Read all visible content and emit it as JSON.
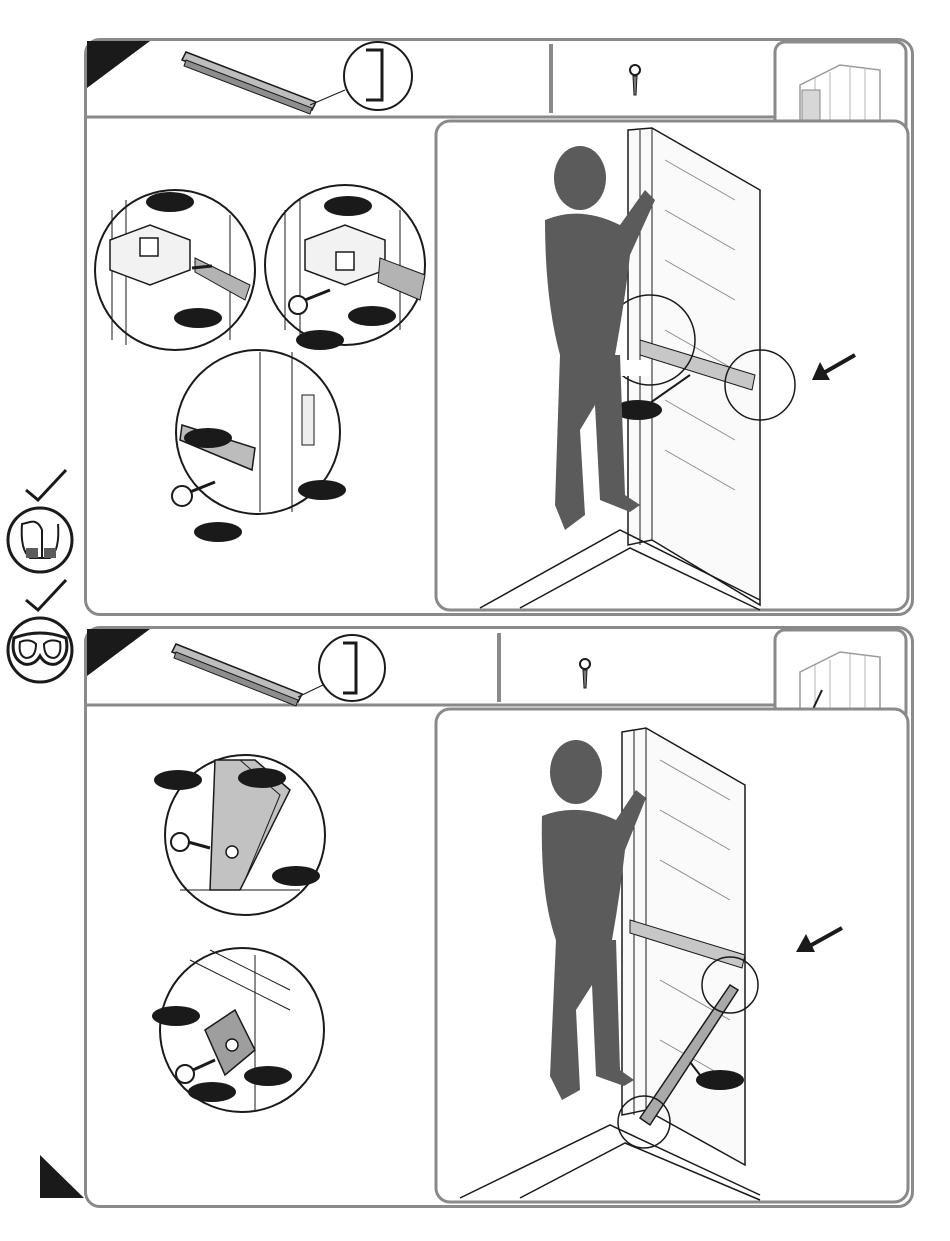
{
  "page": {
    "background": "#ffffff",
    "frame_color": "#8a8a8a",
    "ink_color": "#1a1a1a",
    "figure_color": "#5b5b5b"
  },
  "safety_icons": [
    {
      "name": "gloves-icon",
      "checked": true
    },
    {
      "name": "goggles-icon",
      "checked": true
    }
  ],
  "steps": [
    {
      "parts": [
        "rail-profile",
        "screw"
      ],
      "thumbnail": "shed-frame-thumbnail",
      "callouts": 8
    },
    {
      "parts": [
        "rail-profile",
        "screw"
      ],
      "thumbnail": "shed-frame-thumbnail",
      "callouts": 7
    }
  ]
}
